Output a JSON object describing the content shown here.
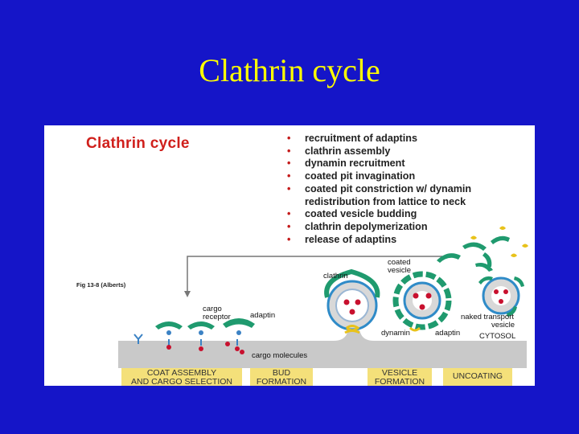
{
  "slide": {
    "title": "Clathrin cycle"
  },
  "figure": {
    "heading": "Clathrin cycle",
    "reference": "Fig 13-8 (Alberts)",
    "steps": [
      {
        "line1": "recruitment of adaptins",
        "line2": ""
      },
      {
        "line1": "clathrin assembly",
        "line2": ""
      },
      {
        "line1": "dynamin recruitment",
        "line2": ""
      },
      {
        "line1": "coated pit invagination",
        "line2": ""
      },
      {
        "line1": "coated pit constriction w/ dynamin",
        "line2": "redistribution from lattice to neck"
      },
      {
        "line1": "coated vesicle budding",
        "line2": ""
      },
      {
        "line1": "clathrin depolymerization",
        "line2": ""
      },
      {
        "line1": "release of adaptins",
        "line2": ""
      }
    ],
    "labels": {
      "clathrin": "clathrin",
      "coated_vesicle_1": "coated",
      "coated_vesicle_2": "vesicle",
      "cargo_receptor_1": "cargo",
      "cargo_receptor_2": "receptor",
      "adaptin_top": "adaptin",
      "naked_vesicle_1": "naked transport",
      "naked_vesicle_2": "vesicle",
      "cytosol": "CYTOSOL",
      "dynamin": "dynamin",
      "adaptin_bottom": "adaptin",
      "cargo_molecules": "cargo molecules"
    },
    "stages": [
      {
        "line1": "COAT ASSEMBLY",
        "line2": "AND CARGO SELECTION"
      },
      {
        "line1": "BUD",
        "line2": "FORMATION"
      },
      {
        "line1": "VESICLE",
        "line2": "FORMATION"
      },
      {
        "line1": "UNCOATING",
        "line2": ""
      }
    ],
    "colors": {
      "slide_background": "#1515c8",
      "title": "#ffff00",
      "clathrin": "#1f9a6e",
      "adaptin": "#3b82c4",
      "cargo": "#c8102e",
      "membrane": "#c9c9c9",
      "dynamin": "#e8c21a",
      "stage_label": "#f4e07a"
    }
  }
}
